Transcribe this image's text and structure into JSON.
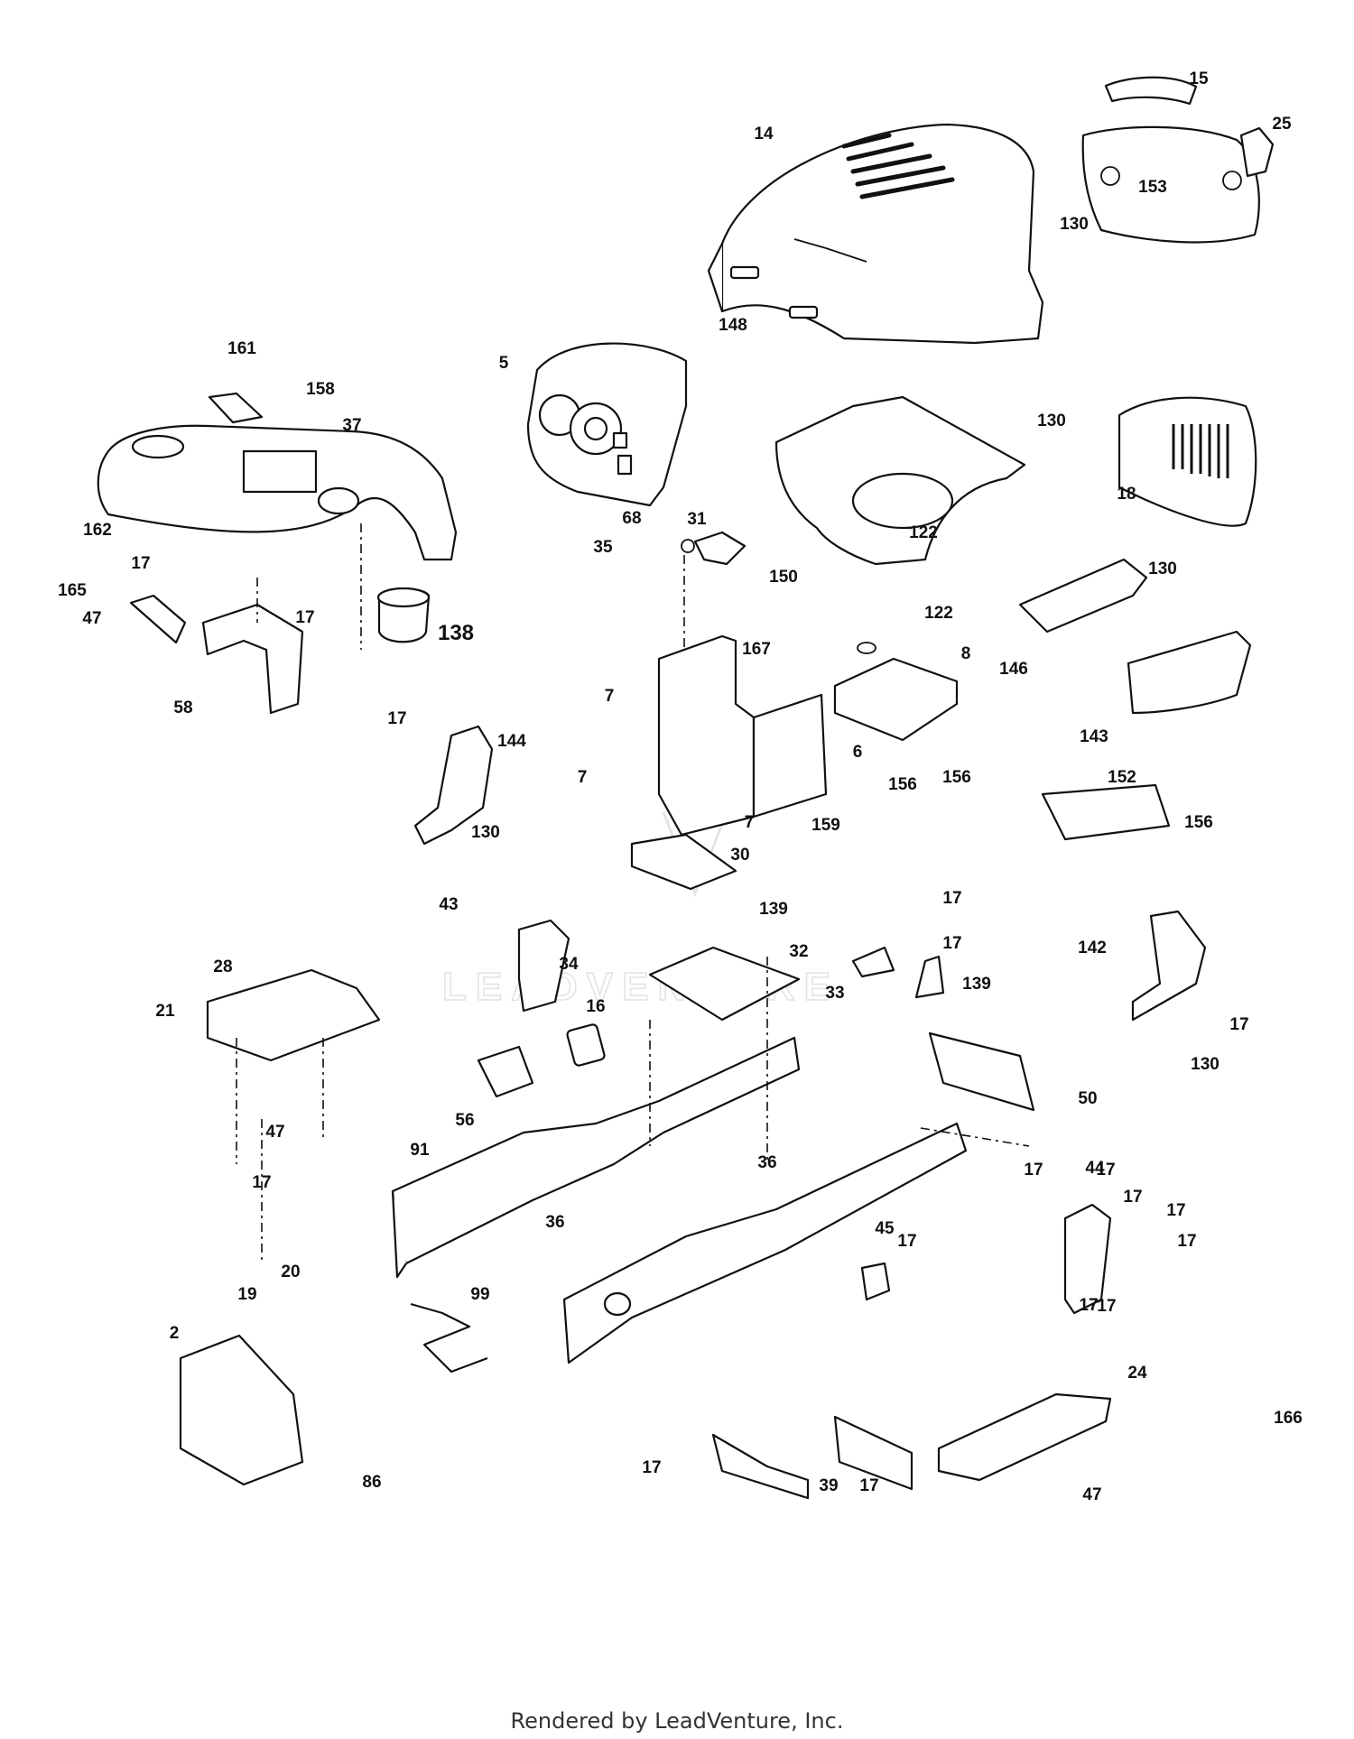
{
  "diagram": {
    "watermark": "LEADVENTURE",
    "footer": "Rendered by LeadVenture, Inc.",
    "colors": {
      "line": "#111111",
      "background": "#ffffff"
    },
    "labels": [
      "14",
      "15",
      "25",
      "153",
      "130",
      "148",
      "161",
      "158",
      "37",
      "5",
      "130",
      "18",
      "130",
      "68",
      "31",
      "35",
      "122",
      "150",
      "122",
      "162",
      "17",
      "165",
      "47",
      "17",
      "138",
      "58",
      "167",
      "8",
      "146",
      "143",
      "7",
      "6",
      "156",
      "17",
      "144",
      "7",
      "159",
      "7",
      "30",
      "130",
      "156",
      "152",
      "156",
      "43",
      "139",
      "17",
      "17",
      "32",
      "33",
      "139",
      "142",
      "17",
      "130",
      "28",
      "34",
      "16",
      "21",
      "17",
      "56",
      "50",
      "47",
      "91",
      "36",
      "17",
      "17",
      "36",
      "44",
      "17",
      "17",
      "17",
      "17",
      "20",
      "45",
      "17",
      "17",
      "19",
      "99",
      "2",
      "24",
      "166",
      "17",
      "39",
      "17",
      "47",
      "86"
    ]
  }
}
